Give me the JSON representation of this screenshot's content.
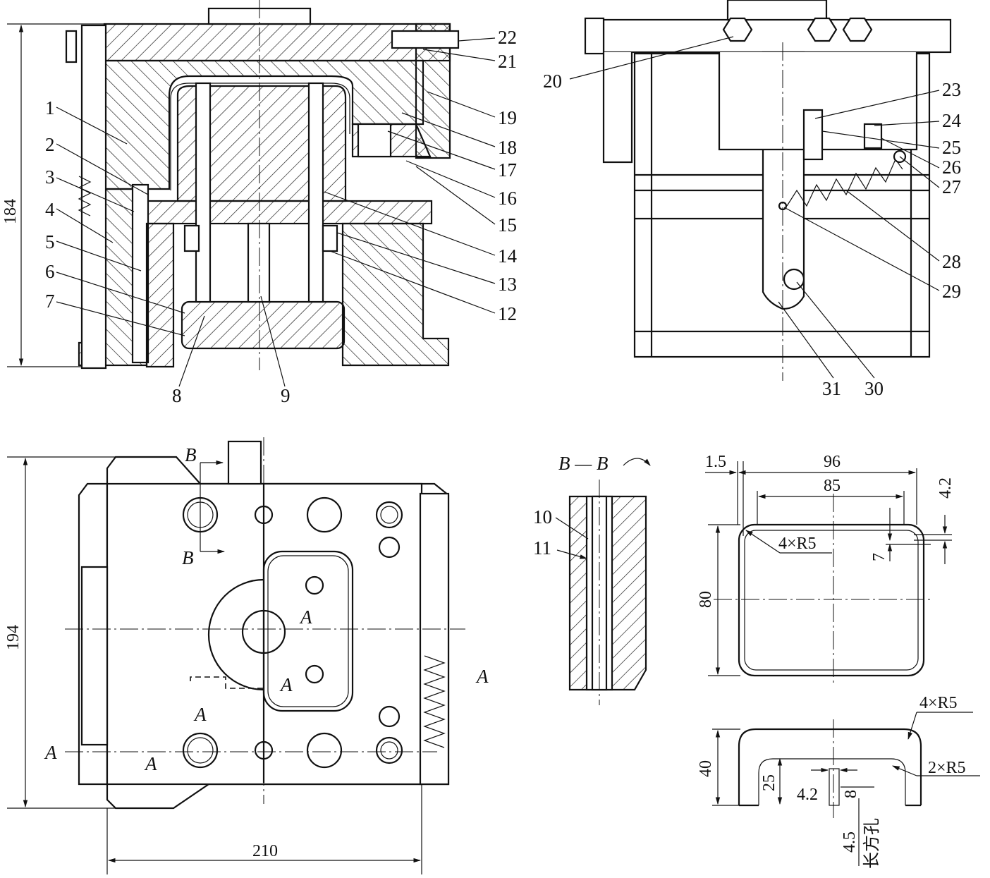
{
  "part_numbers": [
    "1",
    "2",
    "3",
    "4",
    "5",
    "6",
    "7",
    "8",
    "9",
    "10",
    "11",
    "12",
    "13",
    "14",
    "15",
    "16",
    "17",
    "18",
    "19",
    "20",
    "21",
    "22",
    "23",
    "24",
    "25",
    "26",
    "27",
    "28",
    "29",
    "30",
    "31"
  ],
  "dimensions": {
    "overall_height_front": "184",
    "overall_height_plan": "194",
    "overall_width_plan": "210",
    "part_width_outer": "96",
    "part_width_inner": "85",
    "wall_thickness": "1.5",
    "flange_offset": "4.2",
    "flange_height": "7",
    "part_depth": "80",
    "corner_radius_top": "4×R5",
    "part_height": "40",
    "inner_height": "25",
    "hole_width": "4.2",
    "hole_length": "8",
    "hole_offset": "4.5",
    "corner_radius_side": "4×R5",
    "bottom_radius": "2×R5"
  },
  "section_marks": {
    "bb_title": "B — B",
    "b": "B",
    "a": "A"
  },
  "notes": {
    "slot_hole": "长方孔"
  }
}
